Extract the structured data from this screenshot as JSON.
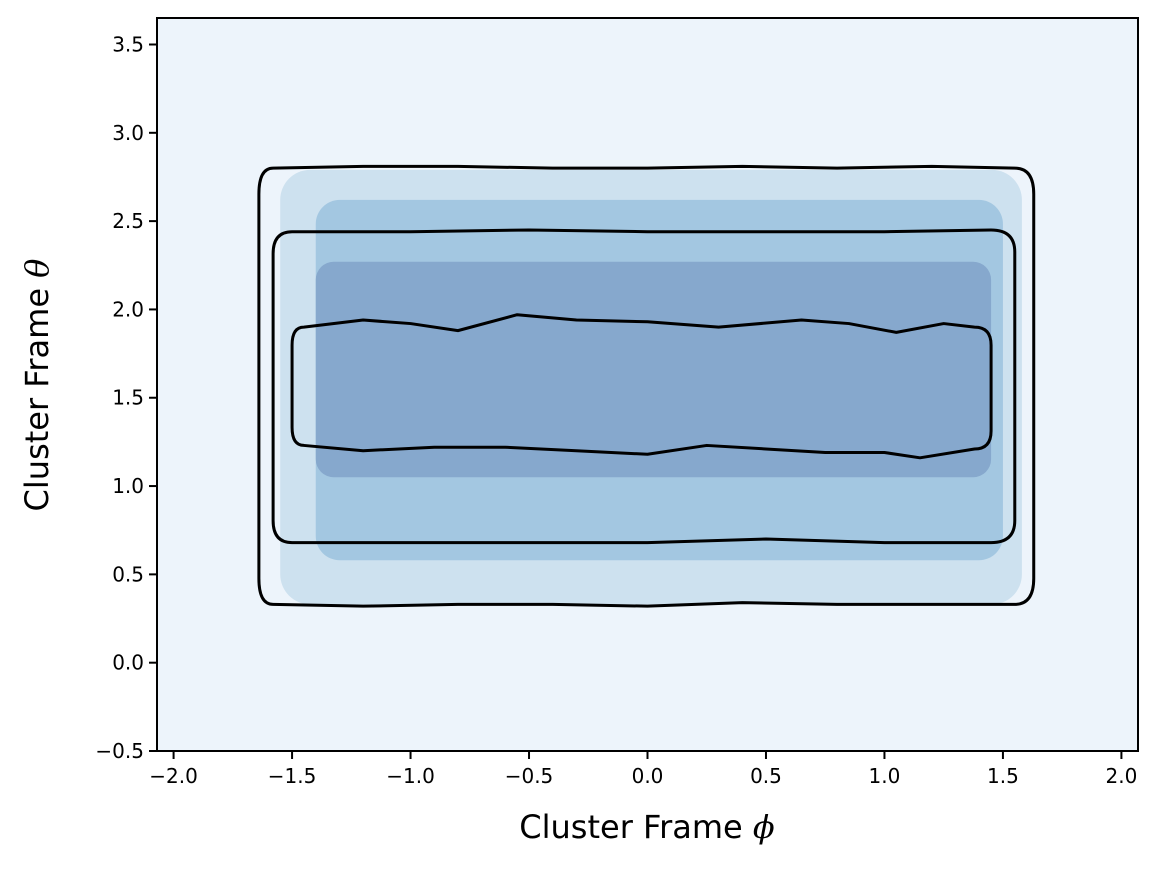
{
  "chart_data": {
    "type": "contour",
    "xlabel_text": "Cluster Frame ",
    "xlabel_symbol": "ϕ",
    "ylabel_text": "Cluster Frame ",
    "ylabel_symbol": "θ",
    "xlim": [
      -2.07,
      2.07
    ],
    "ylim": [
      -0.5,
      3.65
    ],
    "xticks": [
      -2.0,
      -1.5,
      -1.0,
      -0.5,
      0.0,
      0.5,
      1.0,
      1.5,
      2.0
    ],
    "xtick_labels": [
      "−2.0",
      "−1.5",
      "−1.0",
      "−0.5",
      "0.0",
      "0.5",
      "1.0",
      "1.5",
      "2.0"
    ],
    "yticks": [
      -0.5,
      0.0,
      0.5,
      1.0,
      1.5,
      2.0,
      2.5,
      3.0,
      3.5
    ],
    "ytick_labels": [
      "−0.5",
      "0.0",
      "0.5",
      "1.0",
      "1.5",
      "2.0",
      "2.5",
      "3.0",
      "3.5"
    ],
    "grid": false,
    "colors": {
      "background_level": "#edf4fb",
      "fill_level_1": "#cde1ef",
      "fill_level_2": "#a3c7e1",
      "fill_level_3": "#86a8cd",
      "contour_line": "#000000",
      "white_gap": "#ffffff"
    },
    "filled_levels": [
      {
        "name": "level-1",
        "color": "#cde1ef",
        "x": [
          -1.55,
          1.58,
          1.58,
          -1.55
        ],
        "y": [
          0.33,
          0.33,
          2.79,
          2.79
        ]
      },
      {
        "name": "level-2",
        "color": "#a3c7e1",
        "x": [
          -1.4,
          1.5,
          1.5,
          -1.4
        ],
        "y": [
          0.58,
          0.58,
          2.62,
          2.62
        ]
      },
      {
        "name": "level-3",
        "color": "#86a8cd",
        "x": [
          -1.4,
          1.45,
          1.45,
          -1.4
        ],
        "y": [
          1.05,
          1.05,
          2.27,
          2.27
        ]
      }
    ],
    "contour_lines": [
      {
        "name": "outer",
        "top_x": [
          -1.58,
          -1.2,
          -0.8,
          -0.4,
          0.0,
          0.4,
          0.8,
          1.2,
          1.55
        ],
        "top_y": [
          2.8,
          2.81,
          2.81,
          2.8,
          2.8,
          2.81,
          2.8,
          2.81,
          2.8
        ],
        "bottom_x": [
          -1.58,
          -1.2,
          -0.8,
          -0.4,
          0.0,
          0.4,
          0.8,
          1.2,
          1.55
        ],
        "bottom_y": [
          0.33,
          0.32,
          0.33,
          0.33,
          0.32,
          0.34,
          0.33,
          0.33,
          0.33
        ],
        "left_x": -1.64,
        "right_x": 1.63
      },
      {
        "name": "middle",
        "top_x": [
          -1.5,
          -1.0,
          -0.5,
          0.0,
          0.5,
          1.0,
          1.45
        ],
        "top_y": [
          2.44,
          2.44,
          2.45,
          2.44,
          2.44,
          2.44,
          2.45
        ],
        "bottom_x": [
          -1.5,
          -1.0,
          -0.5,
          0.0,
          0.5,
          1.0,
          1.45
        ],
        "bottom_y": [
          0.68,
          0.68,
          0.68,
          0.68,
          0.7,
          0.68,
          0.68
        ],
        "left_x": -1.58,
        "right_x": 1.55
      },
      {
        "name": "inner",
        "top_x": [
          -1.45,
          -1.2,
          -1.0,
          -0.8,
          -0.55,
          -0.3,
          0.0,
          0.3,
          0.65,
          0.85,
          1.05,
          1.25,
          1.38
        ],
        "top_y": [
          1.9,
          1.94,
          1.92,
          1.88,
          1.97,
          1.94,
          1.93,
          1.9,
          1.94,
          1.92,
          1.87,
          1.92,
          1.9
        ],
        "bottom_x": [
          -1.45,
          -1.2,
          -0.9,
          -0.6,
          -0.3,
          0.0,
          0.25,
          0.5,
          0.75,
          1.0,
          1.15,
          1.38
        ],
        "bottom_y": [
          1.23,
          1.2,
          1.22,
          1.22,
          1.2,
          1.18,
          1.23,
          1.21,
          1.19,
          1.19,
          1.16,
          1.21
        ],
        "left_x": -1.5,
        "right_x": 1.45
      }
    ]
  }
}
